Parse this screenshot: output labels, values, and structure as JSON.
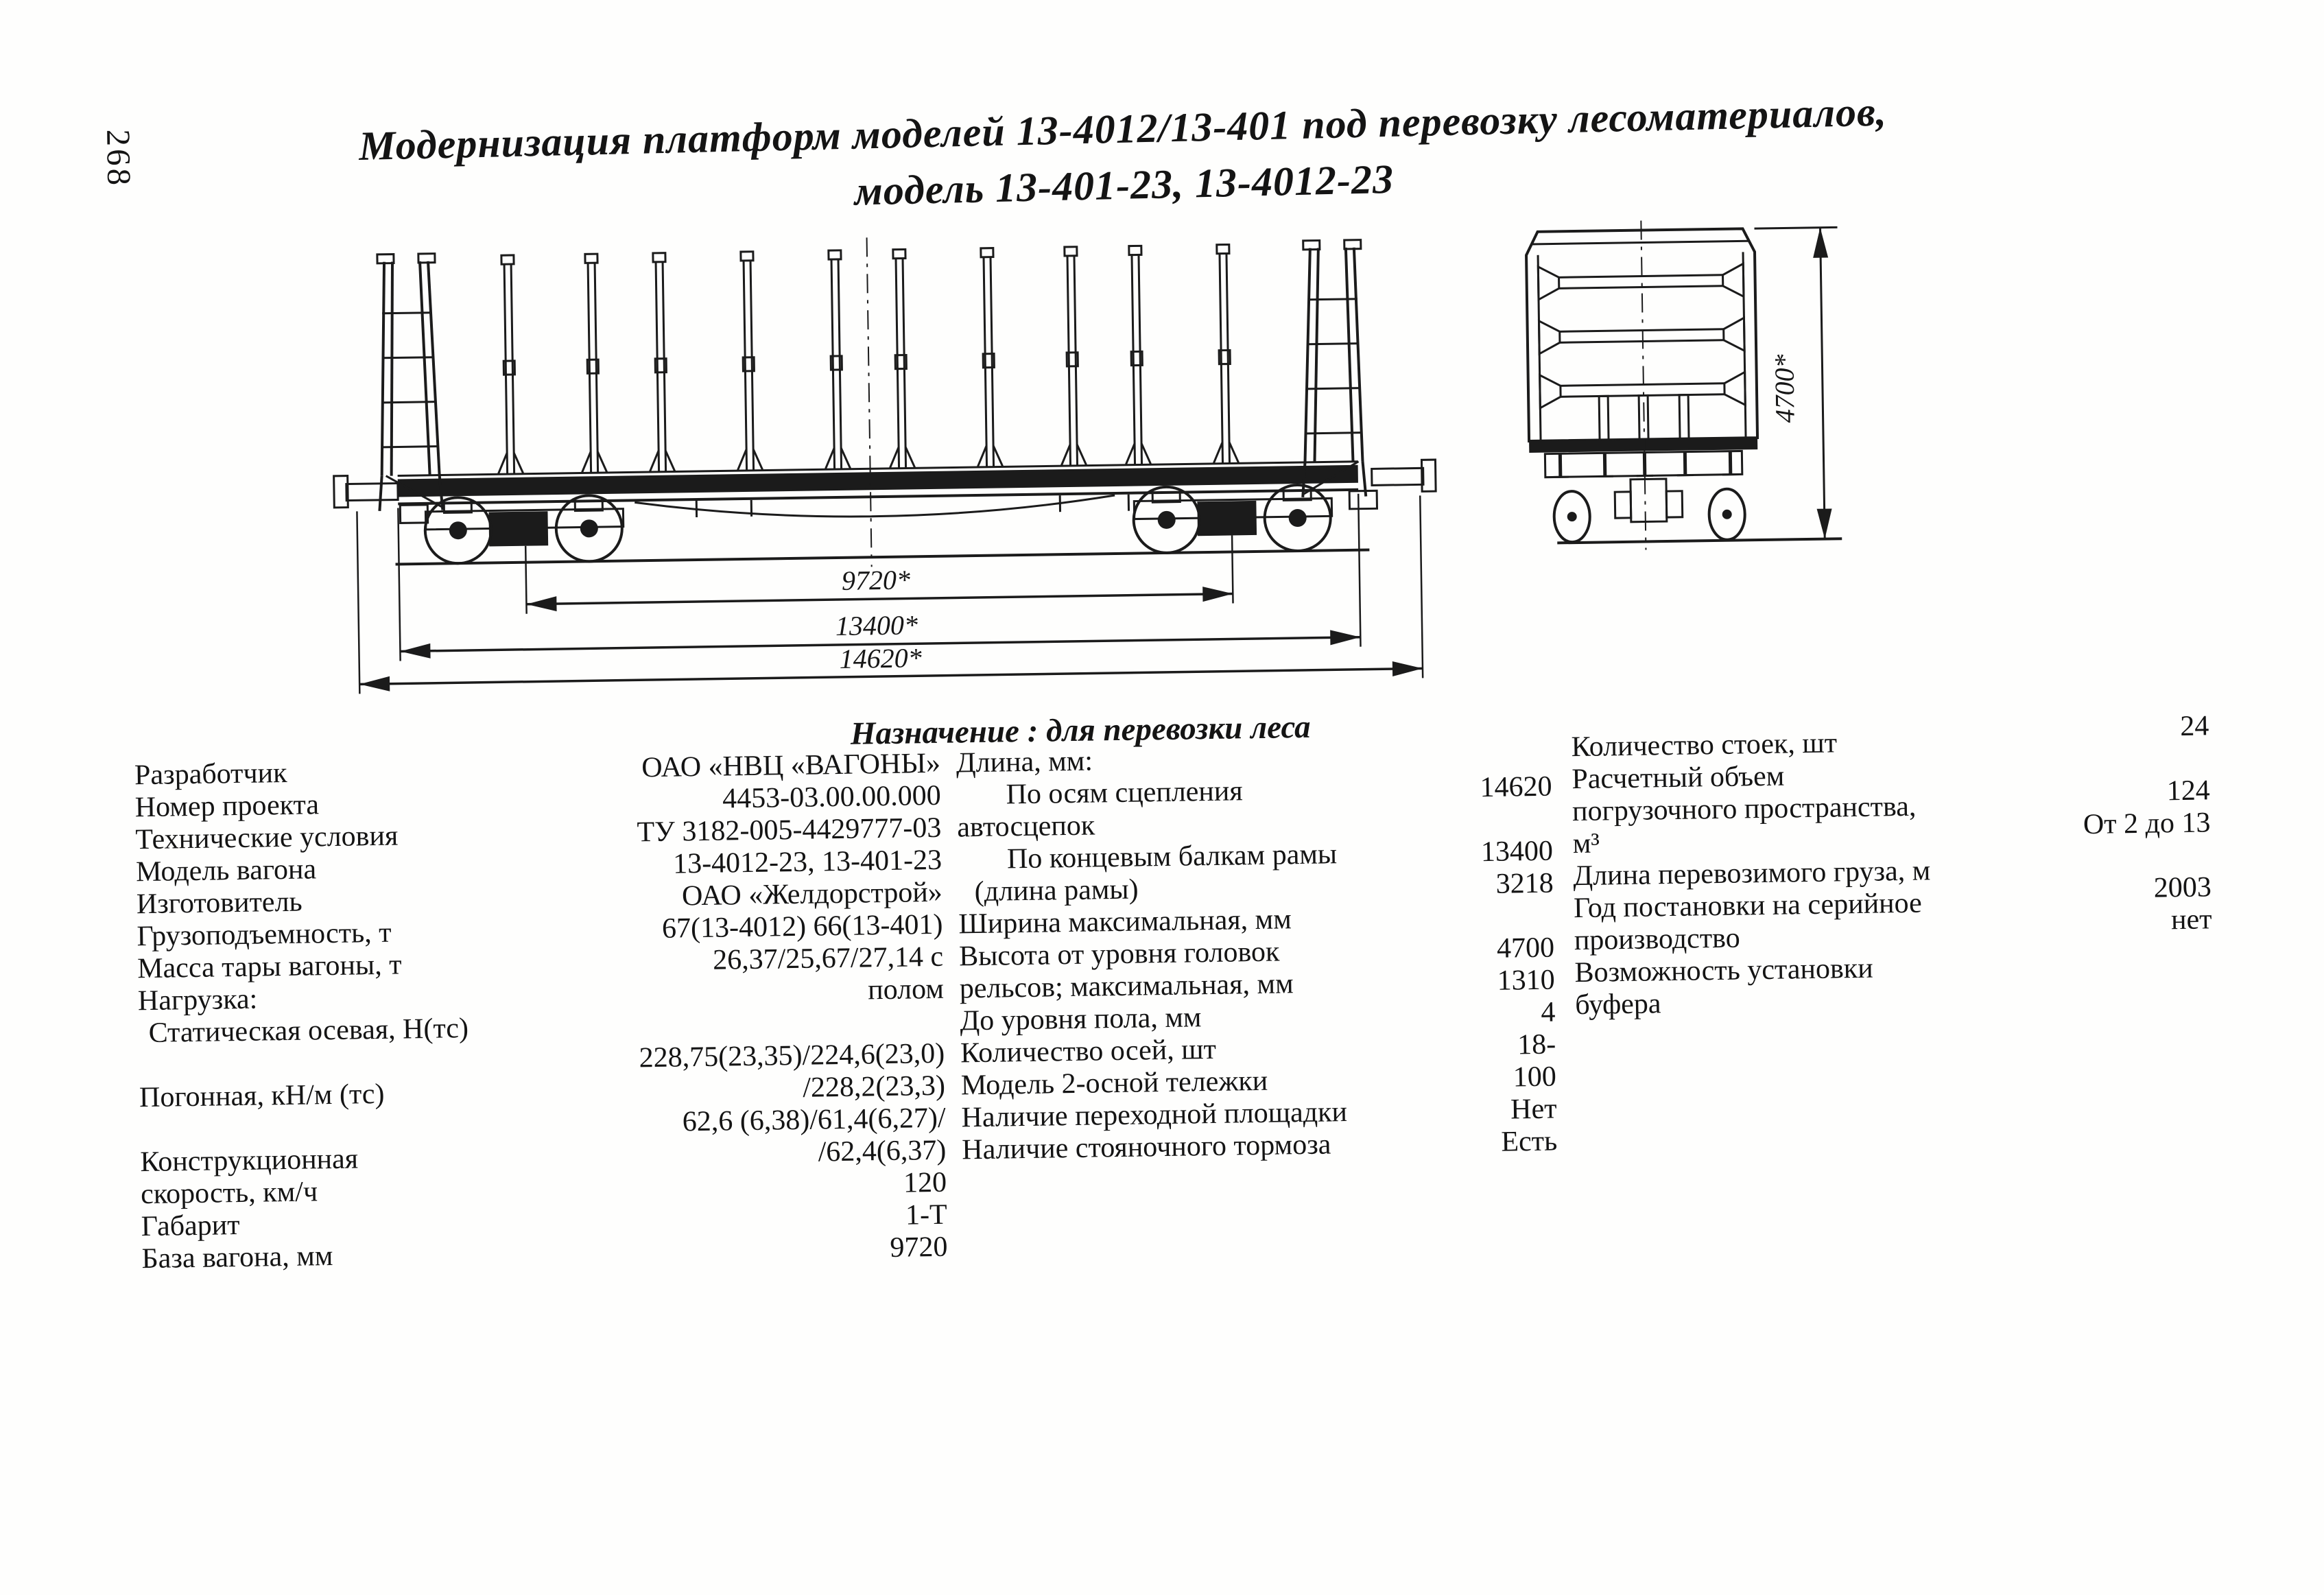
{
  "page": {
    "number": "268"
  },
  "title": {
    "line1": "Модернизация платформ моделей 13-4012/13-401 под перевозку лесоматериалов,",
    "line2": "модель 13-401-23, 13-4012-23"
  },
  "purpose_heading": "Назначение : для перевозки леса",
  "drawing": {
    "side_view": {
      "dim_bogie_base": "9720*",
      "dim_frame_length": "13400*",
      "dim_coupler_length": "14620*"
    },
    "end_view": {
      "dim_height": "4700*"
    }
  },
  "specs": {
    "col1": {
      "rows": [
        {
          "label": "Разработчик",
          "value": "ОАО «НВЦ «ВАГОНЫ»"
        },
        {
          "label": "Номер проекта",
          "value": "4453-03.00.00.000"
        },
        {
          "label": "Технические условия",
          "value": "ТУ 3182-005-4429777-03"
        },
        {
          "label": "Модель вагона",
          "value": "13-4012-23, 13-401-23"
        },
        {
          "label": "Изготовитель",
          "value": "ОАО «Желдорстрой»"
        },
        {
          "label": "Грузоподъемность, т",
          "value": "67(13-4012) 66(13-401)"
        },
        {
          "label": "Масса тары вагоны, т",
          "value": "26,37/25,67/27,14 с"
        },
        {
          "label": "Нагрузка:",
          "value": "полом"
        },
        {
          "label": "Статическая  осевая, Н(тс)",
          "value": ""
        },
        {
          "label": "",
          "value": "228,75(23,35)/224,6(23,0)"
        },
        {
          "label": "Погонная, кН/м (тс)",
          "value": "/228,2(23,3)"
        },
        {
          "label": "",
          "value": "62,6 (6,38)/61,4(6,27)/"
        },
        {
          "label": "Конструкционная",
          "value": "/62,4(6,37)"
        },
        {
          "label": "скорость, км/ч",
          "value": "120"
        },
        {
          "label": "Габарит",
          "value": "1-Т"
        },
        {
          "label": "База вагона, мм",
          "value": "9720"
        }
      ]
    },
    "col2": {
      "rows": [
        {
          "label": "Длина, мм:",
          "value": ""
        },
        {
          "label": "По осям сцепления",
          "value": "14620"
        },
        {
          "label": "автосцепок",
          "value": ""
        },
        {
          "label": "По концевым балкам рамы",
          "value": "13400"
        },
        {
          "label": "(длина рамы)",
          "value": "3218"
        },
        {
          "label": "Ширина максимальная, мм",
          "value": ""
        },
        {
          "label": "Высота от уровня головок",
          "value": "4700"
        },
        {
          "label": "рельсов; максимальная, мм",
          "value": "1310"
        },
        {
          "label": "До уровня пола, мм",
          "value": "4"
        },
        {
          "label": "Количество осей, шт",
          "value": "18-"
        },
        {
          "label": "Модель 2-осной тележки",
          "value": "100"
        },
        {
          "label": "Наличие переходной площадки",
          "value": "Нет"
        },
        {
          "label": "Наличие стояночного тормоза",
          "value": "Есть"
        }
      ]
    },
    "col3": {
      "rows": [
        {
          "label": "Количество стоек, шт",
          "value": "24"
        },
        {
          "label": "Расчетный объем",
          "value": ""
        },
        {
          "label": "погрузочного пространства,",
          "value": "124"
        },
        {
          "label": "м³",
          "value": "От 2 до 13"
        },
        {
          "label": "Длина перевозимого груза, м",
          "value": ""
        },
        {
          "label": "Год постановки на серийное",
          "value": "2003"
        },
        {
          "label": "производство",
          "value": "нет"
        },
        {
          "label": "Возможность установки",
          "value": ""
        },
        {
          "label": "буфера",
          "value": ""
        }
      ]
    }
  }
}
